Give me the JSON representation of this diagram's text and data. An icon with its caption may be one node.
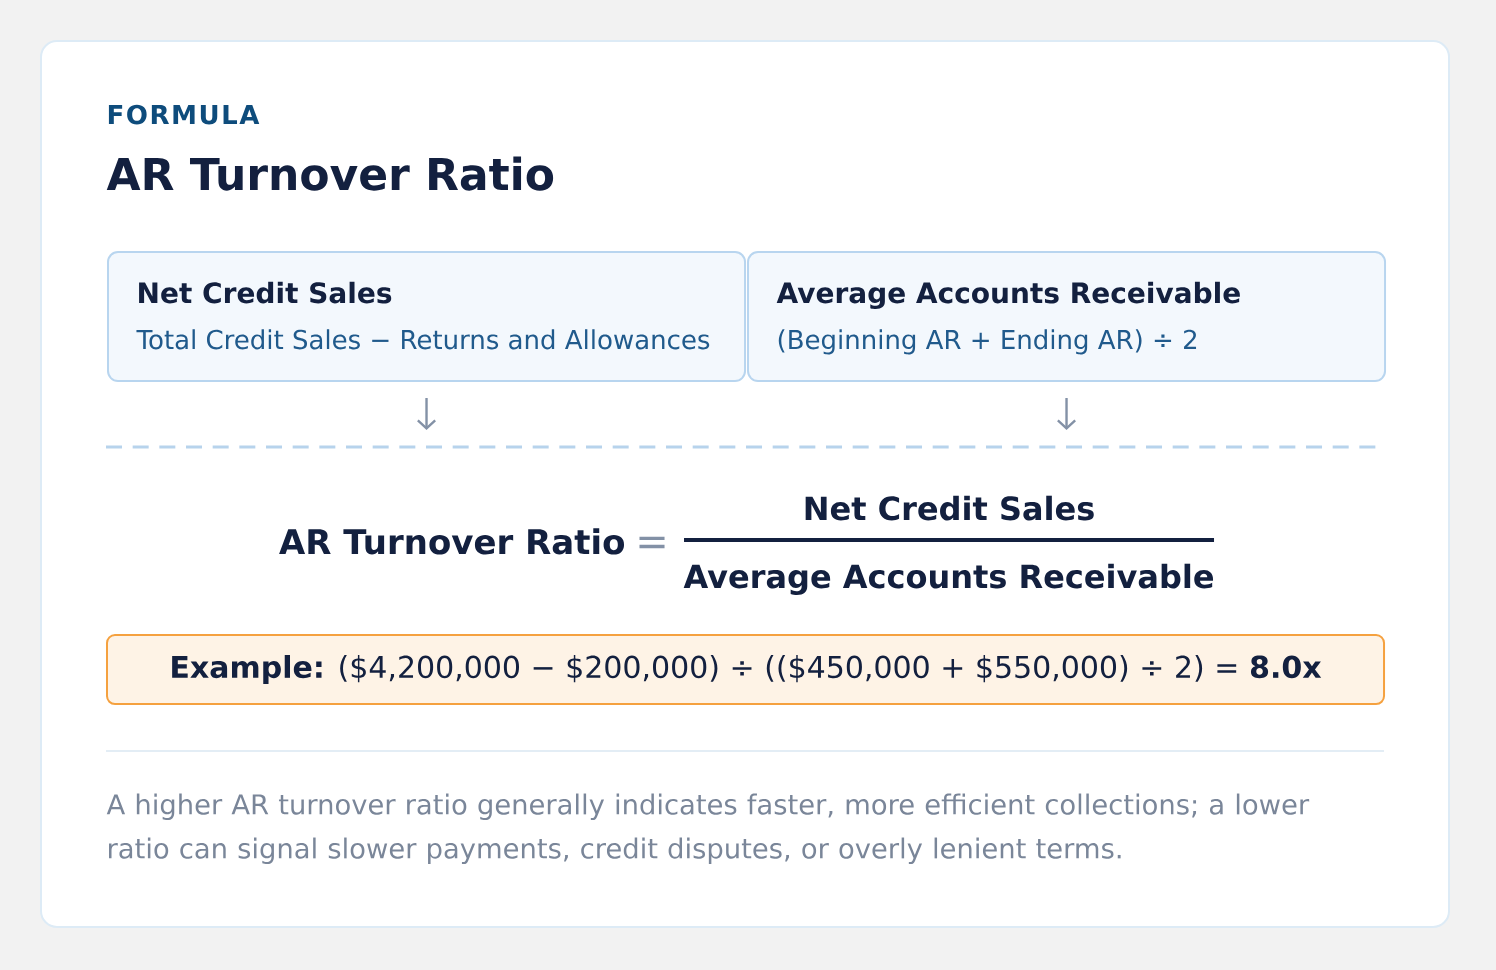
{
  "diagram": {
    "title": "AR Turnover Ratio",
    "nodes": [
      {
        "text": [
          "Net Credit Sales",
          "Total Credit Sales − Returns and Allowances"
        ]
      },
      {
        "text": [
          "Average Accounts Receivable",
          "(Beginning AR + Ending AR) ÷ 2"
        ]
      },
      {
        "text": [
          "**Example:** ($4,200,000 − $200,000) ÷ (($450,000 + $550,000) ÷ 2) = **8.0x**"
        ]
      }
    ],
    "edges": [
      {
        "from": 0,
        "to": null,
        "arrow": "to"
      },
      {
        "from": 1,
        "to": null,
        "arrow": "to"
      }
    ],
    "labels": [
      "FORMULA",
      "AR Turnover Ratio",
      "=",
      "Net Credit Sales",
      "Average Accounts Receivable"
    ],
    "caption": "A higher AR turnover ratio generally indicates faster, more efficient collections; a lower ratio can signal slower payments, credit disputes, or overly lenient terms."
  }
}
